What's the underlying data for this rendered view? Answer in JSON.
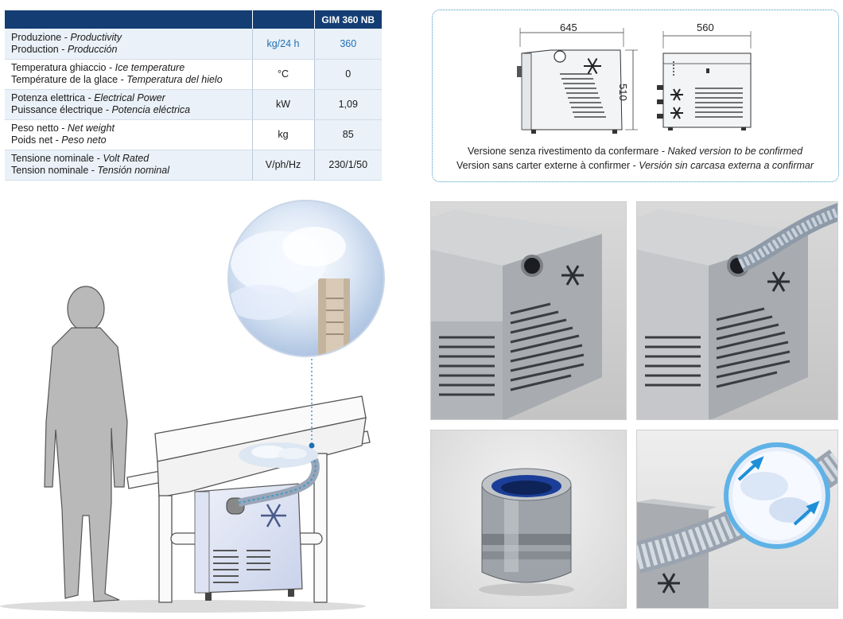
{
  "spec_table": {
    "header": {
      "col0": "",
      "col1": "",
      "col2": "GIM 360 NB"
    },
    "rows": [
      {
        "line1_a": "Produzione - ",
        "line1_b": "Productivity",
        "line2_a": "Production - ",
        "line2_b": "Producción",
        "unit": "kg/24 h",
        "value": "360"
      },
      {
        "line1_a": "Temperatura ghiaccio - ",
        "line1_b": "Ice temperature",
        "line2_a": "Température de la glace - ",
        "line2_b": "Temperatura del hielo",
        "unit": "°C",
        "value": "0"
      },
      {
        "line1_a": "Potenza elettrica - ",
        "line1_b": "Electrical Power",
        "line2_a": "Puissance électrique - ",
        "line2_b": "Potencia eléctrica",
        "unit": "kW",
        "value": "1,09"
      },
      {
        "line1_a": "Peso netto - ",
        "line1_b": "Net weight",
        "line2_a": "Poids net - ",
        "line2_b": "Peso neto",
        "unit": "kg",
        "value": "85"
      },
      {
        "line1_a": "Tensione nominale - ",
        "line1_b": "Volt Rated",
        "line2_a": "Tension nominale - ",
        "line2_b": "Tensión nominal",
        "unit": "V/ph/Hz",
        "value": "230/1/50"
      }
    ]
  },
  "drawing": {
    "width_front": "645",
    "width_side": "560",
    "height": "510",
    "caption_line1_a": "Versione senza rivestimento da confermare - ",
    "caption_line1_b": "Naked version to be confirmed",
    "caption_line2_a": "Version sans carter externe à confirmer - ",
    "caption_line2_b": "Versión sin  carcasa externa a confirmar"
  },
  "colors": {
    "header_bg": "#143e73",
    "row_alt": "#eaf1f8",
    "accent": "#1f6fb5",
    "dotted_border": "#3f9bc7"
  },
  "icons": [
    "snowflake-icon",
    "arrow-icon"
  ]
}
